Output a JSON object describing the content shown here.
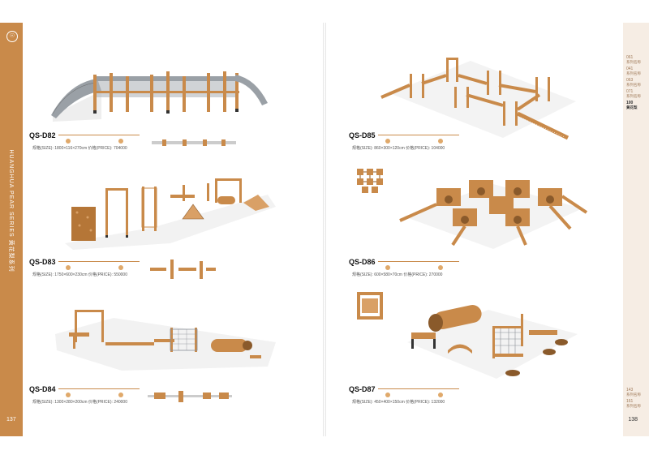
{
  "series_title": "HUANGHUA PEAR SERIES 黄花梨系列",
  "page_left": "137",
  "page_right": "138",
  "logo_glyph": "☉",
  "tab": {
    "items": [
      {
        "code": "061",
        "label": "系列名称"
      },
      {
        "code": "041",
        "label": "系列名称"
      },
      {
        "code": "063",
        "label": "系列名称"
      },
      {
        "code": "071",
        "label": "系列名称"
      },
      {
        "code": "100",
        "label": "黄花梨"
      }
    ],
    "bottom": [
      {
        "code": "143",
        "label": "系列名称"
      },
      {
        "code": "161",
        "label": "系列名称"
      }
    ]
  },
  "products": [
    {
      "code": "QS-D82",
      "spec": "规格(SIZE): 1800×116×270cm   价格(PRICE): 704000"
    },
    {
      "code": "QS-D83",
      "spec": "规格(SIZE): 1750×600×230cm   价格(PRICE): 550000"
    },
    {
      "code": "QS-D84",
      "spec": "规格(SIZE): 1300×280×200cm   价格(PRICE): 240000"
    },
    {
      "code": "QS-D85",
      "spec": "规格(SIZE): 860×300×120cm   价格(PRICE): 104000"
    },
    {
      "code": "QS-D86",
      "spec": "规格(SIZE): 600×580×70cm   价格(PRICE): 270000"
    },
    {
      "code": "QS-D87",
      "spec": "规格(SIZE): 450×400×150cm   价格(PRICE): 132000"
    }
  ],
  "colors": {
    "wood": "#c98a4a",
    "wood_dark": "#8a5a2b",
    "net": "#8a8f96",
    "band": "#c98a4a"
  }
}
